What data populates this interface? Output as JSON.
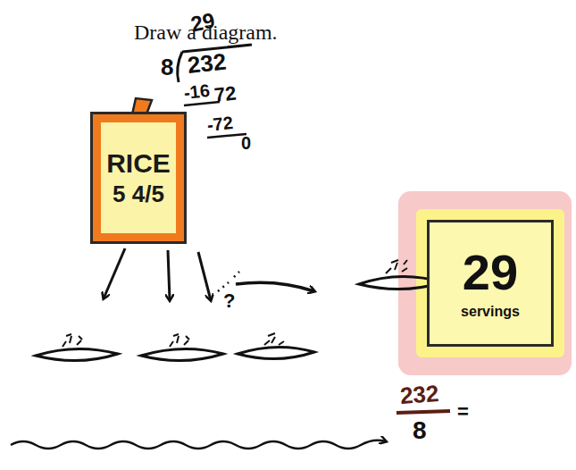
{
  "diagram": {
    "title": "Draw a diagram.",
    "nodes": [
      {
        "text": [
          "RICE",
          "5 4/5"
        ]
      },
      {
        "text": [
          "29",
          "servings"
        ]
      }
    ],
    "labels": [
      "29",
      "8",
      "232",
      "-16",
      "72",
      "-72",
      "0",
      "?",
      "232",
      "=",
      "8"
    ]
  }
}
